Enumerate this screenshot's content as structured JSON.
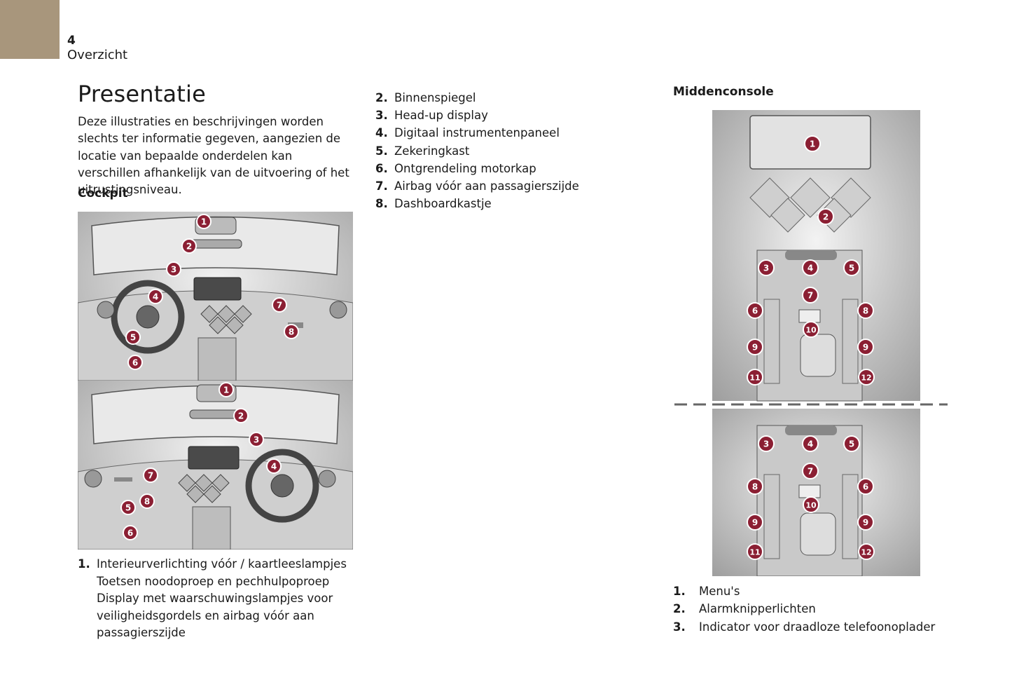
{
  "header": {
    "page_number": "4",
    "section": "Overzicht"
  },
  "title": "Presentatie",
  "intro": "Deze illustraties en beschrijvingen worden slechts ter informatie gegeven, aangezien de locatie van bepaalde onderdelen kan verschillen afhankelijk van de uitvoering of het uitrustingsniveau.",
  "cockpit": {
    "heading": "Cockpit",
    "lhd_markers": [
      "1",
      "2",
      "3",
      "4",
      "5",
      "6",
      "7",
      "8"
    ],
    "rhd_markers": [
      "1",
      "2",
      "3",
      "4",
      "5",
      "6",
      "7",
      "8"
    ],
    "items": [
      {
        "num": "1.",
        "text": "Interieurverlichting vóór / kaartleeslampjes\nToetsen noodoproep en pechhulpoproep\nDisplay met waarschuwingslampjes voor veiligheidsgordels en airbag vóór aan passagierszijde"
      }
    ]
  },
  "items_mid": [
    {
      "num": "2.",
      "text": "Binnenspiegel"
    },
    {
      "num": "3.",
      "text": "Head-up display"
    },
    {
      "num": "4.",
      "text": "Digitaal instrumentenpaneel"
    },
    {
      "num": "5.",
      "text": "Zekeringkast"
    },
    {
      "num": "6.",
      "text": "Ontgrendeling motorkap"
    },
    {
      "num": "7.",
      "text": "Airbag vóór aan passagierszijde"
    },
    {
      "num": "8.",
      "text": "Dashboardkastje"
    }
  ],
  "console": {
    "heading": "Middenconsole",
    "top_markers": [
      "1",
      "2",
      "3",
      "4",
      "5",
      "6",
      "7",
      "8",
      "9",
      "9",
      "10",
      "11",
      "12"
    ],
    "bottom_markers": [
      "3",
      "4",
      "5",
      "6",
      "7",
      "8",
      "9",
      "9",
      "10",
      "11",
      "12"
    ],
    "items": [
      {
        "num": "1.",
        "text": "Menu's"
      },
      {
        "num": "2.",
        "text": "Alarmknipperlichten"
      },
      {
        "num": "3.",
        "text": "Indicator voor draadloze telefoonoplader"
      }
    ]
  },
  "colors": {
    "tab": "#a8967c",
    "marker": "#8b1f33",
    "illustration_bg": "#d6d6d6"
  }
}
